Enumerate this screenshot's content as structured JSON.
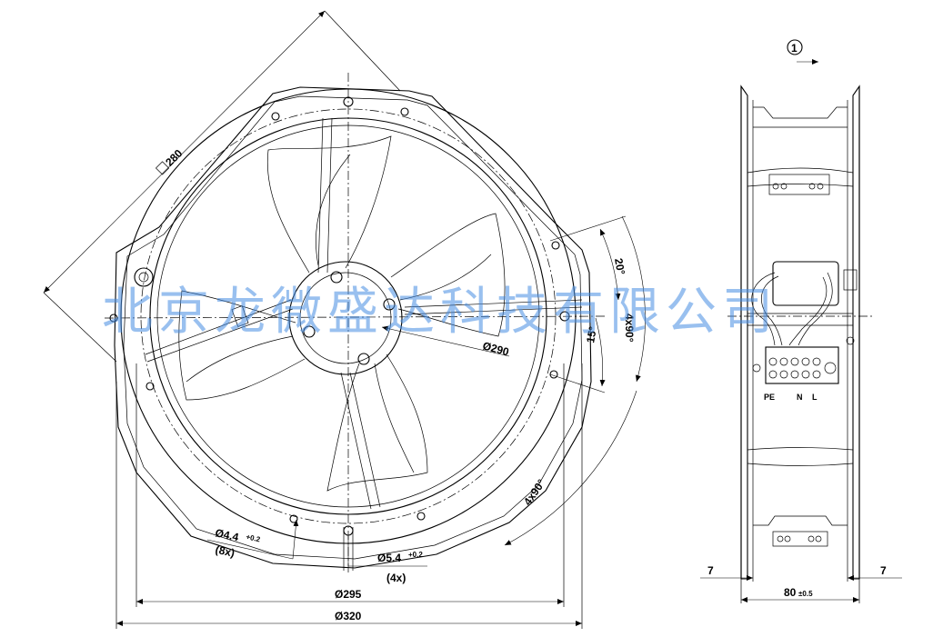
{
  "watermark": "北京龙微盛达科技有限公司",
  "front_view": {
    "square_size": "280",
    "hole_small": "Ø4.4",
    "hole_small_tol": "+0.2",
    "hole_small_count": "(8x)",
    "hole_large": "Ø5.4",
    "hole_large_tol": "+0.2",
    "hole_large_count": "(4x)",
    "blade_dia": "Ø290",
    "dia_295": "Ø295",
    "dia_320": "Ø320",
    "angle_20": "20°",
    "angle_15": "15°",
    "angle_4x90_right": "4x90°",
    "angle_4x90_lower": "4x90°"
  },
  "side_view": {
    "direction_marker": "1",
    "terminal_pe": "PE",
    "terminal_n": "N",
    "terminal_l": "L",
    "dim_left": "7",
    "dim_right": "7",
    "depth": "80",
    "depth_tol": "±0.5"
  }
}
